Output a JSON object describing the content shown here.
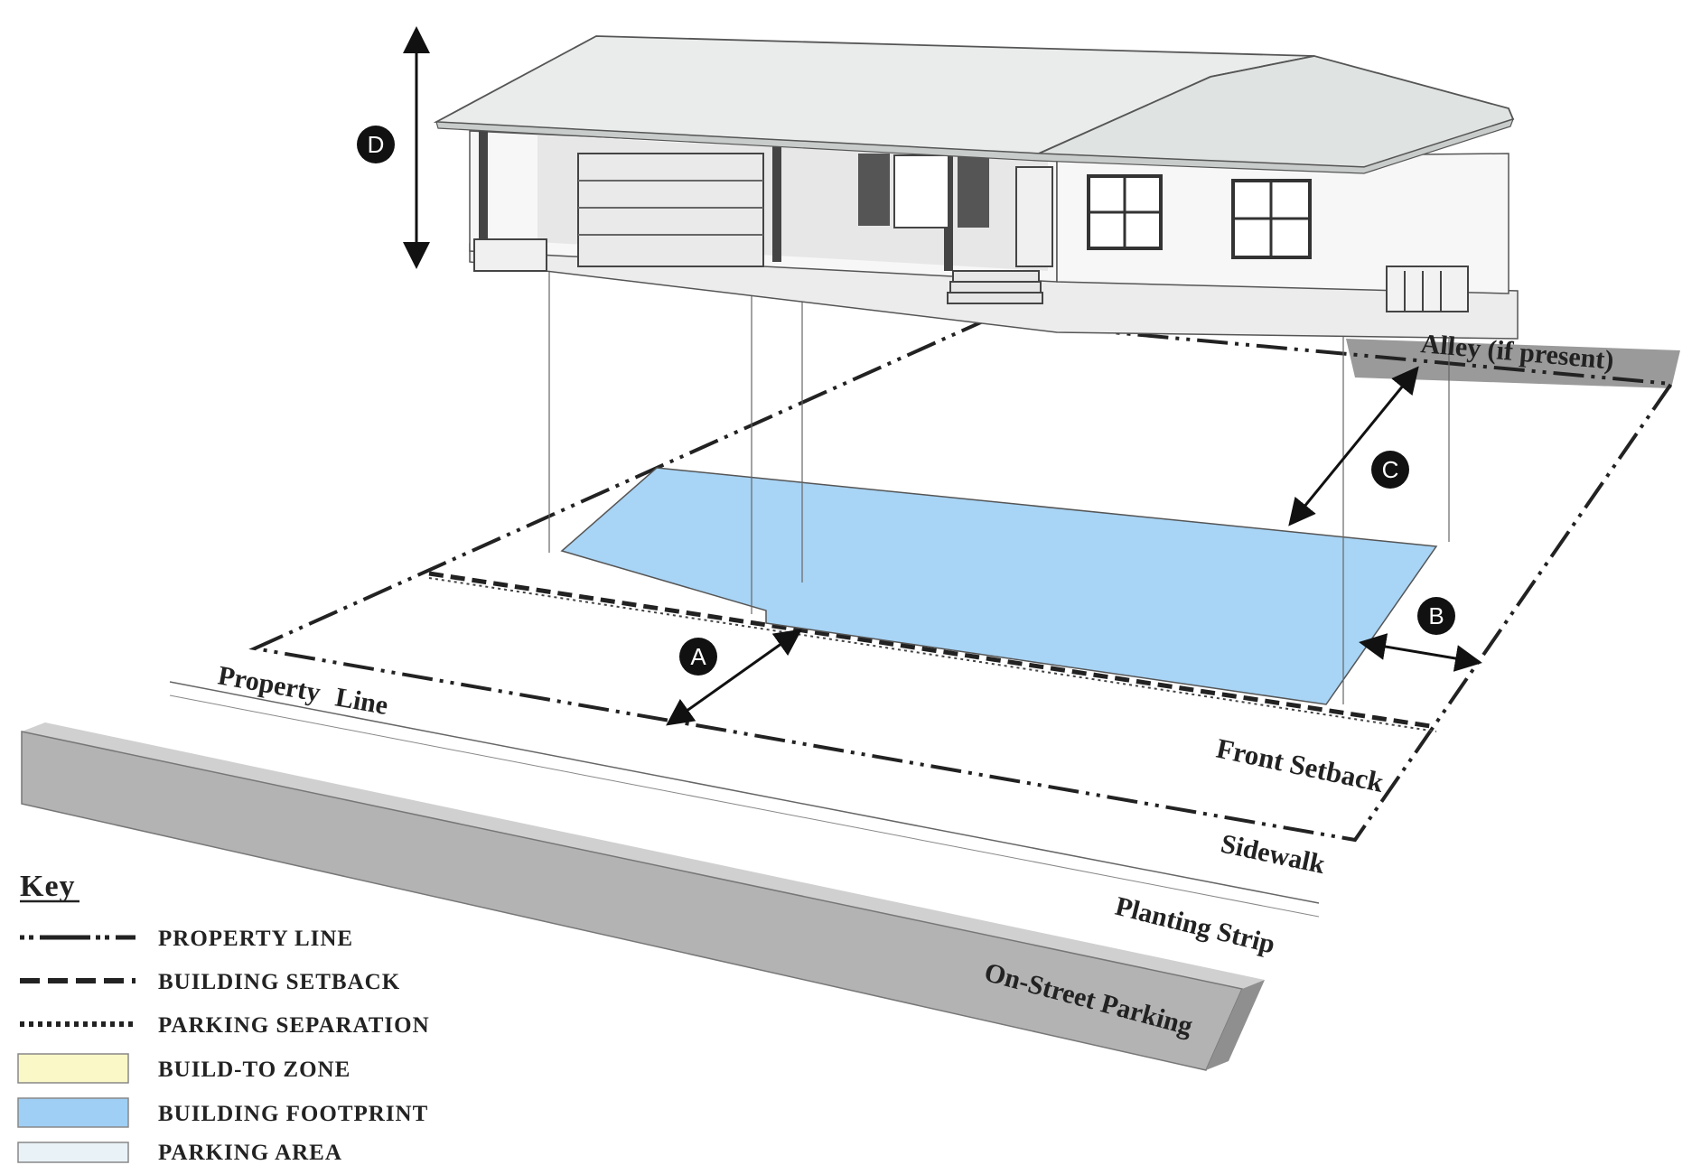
{
  "labels": {
    "alley": "Alley (if present)",
    "property_line_a": "Property",
    "property_line_b": "Line",
    "front_setback": "Front Setback",
    "sidewalk": "Sidewalk",
    "planting_strip": "Planting Strip",
    "on_street_parking": "On-Street Parking"
  },
  "markers": {
    "a": "A",
    "b": "B",
    "c": "C",
    "d": "D"
  },
  "key": {
    "title": "Key",
    "items": [
      {
        "label": "PROPERTY LINE",
        "symbol": "dash-dot-line"
      },
      {
        "label": "BUILDING SETBACK",
        "symbol": "dashed-line"
      },
      {
        "label": "PARKING SEPARATION",
        "symbol": "dotted-line"
      },
      {
        "label": "BUILD-TO ZONE",
        "symbol": "swatch",
        "color": "#fbf8c8"
      },
      {
        "label": "BUILDING FOOTPRINT",
        "symbol": "swatch",
        "color": "#9fcff5"
      },
      {
        "label": "PARKING AREA",
        "symbol": "swatch",
        "color": "#e8f2f7"
      }
    ]
  },
  "colors": {
    "footprint": "#a8d4f5",
    "street": "#b3b3b3",
    "alley": "#9a9a9a",
    "house_roof": "#e9ecea",
    "house_wall": "#f7f7f7",
    "marker": "#111111"
  }
}
